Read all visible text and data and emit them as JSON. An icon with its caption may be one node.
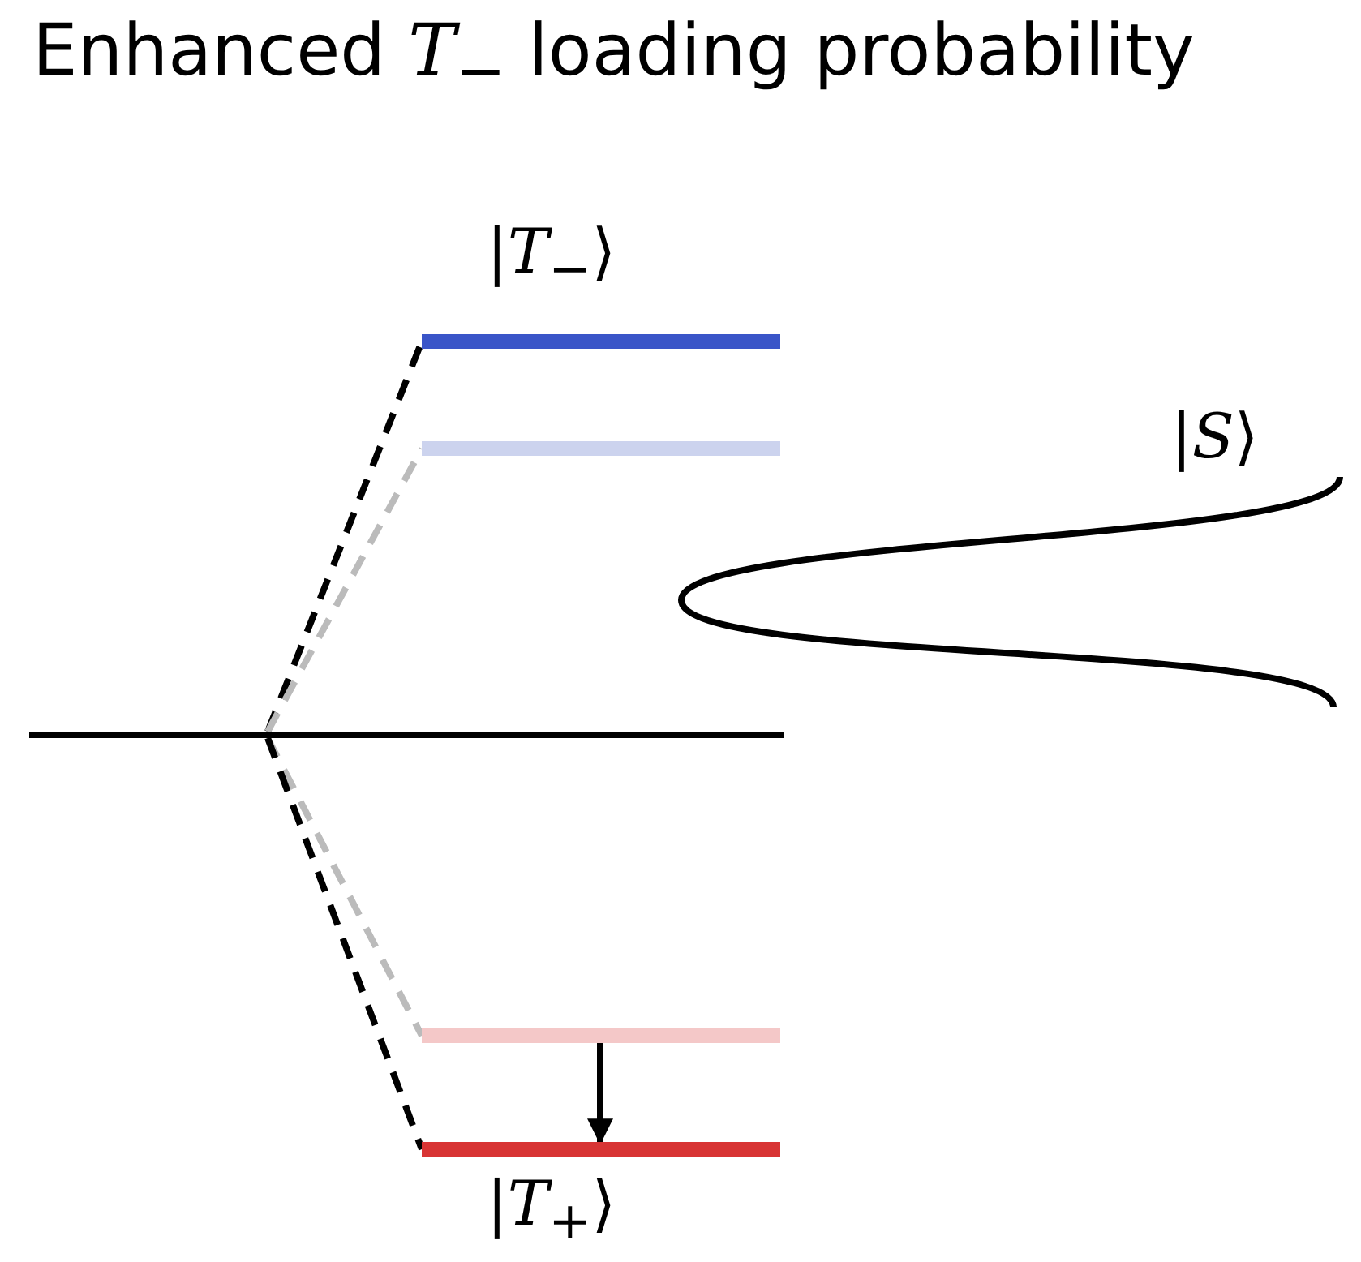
{
  "diagram": {
    "title": "Enhanced *T*$_{−}$ loading probability",
    "nodes": [
      {
        "text": [
          "|*T*$_{−}$⟩"
        ]
      },
      {
        "text": [],
        "shape": "bar"
      },
      {
        "text": [],
        "shape": "bar"
      },
      {
        "text": [],
        "shape": "bar"
      },
      {
        "text": [
          "|*T*$_{+}$⟩"
        ]
      }
    ],
    "edges": [
      {
        "from": 2,
        "to": 0,
        "arrow": "none",
        "style": "dashed"
      },
      {
        "from": 2,
        "to": 1,
        "arrow": "none",
        "style": "dashed",
        "color": "#bbbbbb"
      },
      {
        "from": 2,
        "to": 3,
        "arrow": "none",
        "style": "dashed",
        "color": "#bbbbbb"
      },
      {
        "from": 2,
        "to": 4,
        "arrow": "none",
        "style": "dashed"
      },
      {
        "from": 3,
        "to": 4,
        "arrow": "to"
      }
    ],
    "labels": [
      "|*S*⟩"
    ]
  }
}
